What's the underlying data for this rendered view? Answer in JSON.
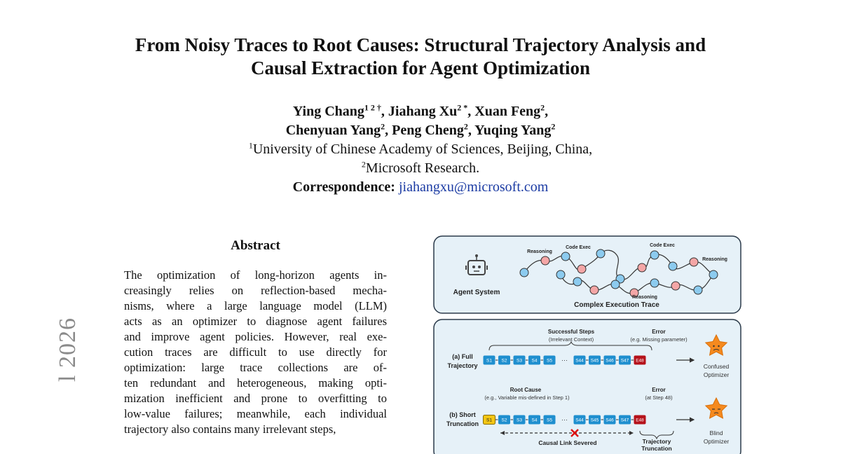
{
  "paper": {
    "title_line1": "From Noisy Traces to Root Causes: Structural Trajectory Analysis and",
    "title_line2": "Causal Extraction for Agent Optimization",
    "authors": [
      {
        "name": "Ying Chang",
        "sup": "1 2 †"
      },
      {
        "name": "Jiahang Xu",
        "sup": "2 *"
      },
      {
        "name": "Xuan Feng",
        "sup": "2"
      },
      {
        "name": "Chenyuan Yang",
        "sup": "2"
      },
      {
        "name": "Peng Cheng",
        "sup": "2"
      },
      {
        "name": "Yuqing Yang",
        "sup": "2"
      }
    ],
    "affiliation1_sup": "1",
    "affiliation1": "University of Chinese Academy of Sciences, Beijing, China,",
    "affiliation2_sup": "2",
    "affiliation2": "Microsoft Research.",
    "correspondence_label": "Correspondence:",
    "correspondence_email": "jiahangxu@microsoft.com",
    "arxiv_stamp": "l 2026",
    "abstract_heading": "Abstract",
    "abstract_lines": [
      "The optimization of long-horizon agents in-",
      "creasingly relies on reflection-based mecha-",
      "nisms, where a large language model (LLM)",
      "acts as an optimizer to diagnose agent failures",
      "and improve agent policies. However, real exe-",
      "cution traces are difficult to use directly for",
      "optimization: large trace collections are of-",
      "ten redundant and heterogeneous, making opti-",
      "mization inefficient and prone to overfitting to",
      "low-value failures; meanwhile, each individual",
      "trajectory also contains many irrelevant steps,"
    ]
  },
  "figure": {
    "top_panel": {
      "agent_label": "Agent System",
      "trace_label": "Complex Execution Trace",
      "reasoning_1": "Reasoning",
      "code_exec_1": "Code Exec",
      "code_exec_2": "Code Exec",
      "reasoning_2": "Reasoning",
      "reasoning_3": "Reasoning"
    },
    "row_a": {
      "label_line1": "(a) Full",
      "label_line2": "Trajectory",
      "successful_title": "Successful Steps",
      "successful_sub": "(Irrelevant Context)",
      "error_title": "Error",
      "error_sub": "(e.g. Missing parameter)",
      "optimizer_line1": "Confused",
      "optimizer_line2": "Optimizer",
      "steps": [
        "S1",
        "S2",
        "S3",
        "S4",
        "S5",
        "···",
        "S44",
        "S45",
        "S46",
        "S47",
        "E48"
      ]
    },
    "row_b": {
      "label_line1": "(b) Short",
      "label_line2": "Truncation",
      "root_title": "Root Cause",
      "root_sub": "(e.g., Variable mis-defined in Step 1)",
      "error_title": "Error",
      "error_sub": "(at Step 48)",
      "severed_label": "Causal Link Severed",
      "trunc_line1": "Trajectory",
      "trunc_line2": "Truncation",
      "optimizer_line1": "Blind",
      "optimizer_line2": "Optimizer",
      "steps": [
        "S1",
        "S2",
        "S3",
        "S4",
        "S5",
        "···",
        "S44",
        "S45",
        "S46",
        "S47",
        "E48"
      ]
    },
    "colors": {
      "panel_bg": "#e6f1f8",
      "step_blue": "#1f8fcf",
      "error_red": "#b5121b",
      "root_yellow": "#f3c613",
      "star_orange": "#f58a1f",
      "node_red": "#f4a6a6",
      "node_blue": "#8ccbef"
    }
  }
}
